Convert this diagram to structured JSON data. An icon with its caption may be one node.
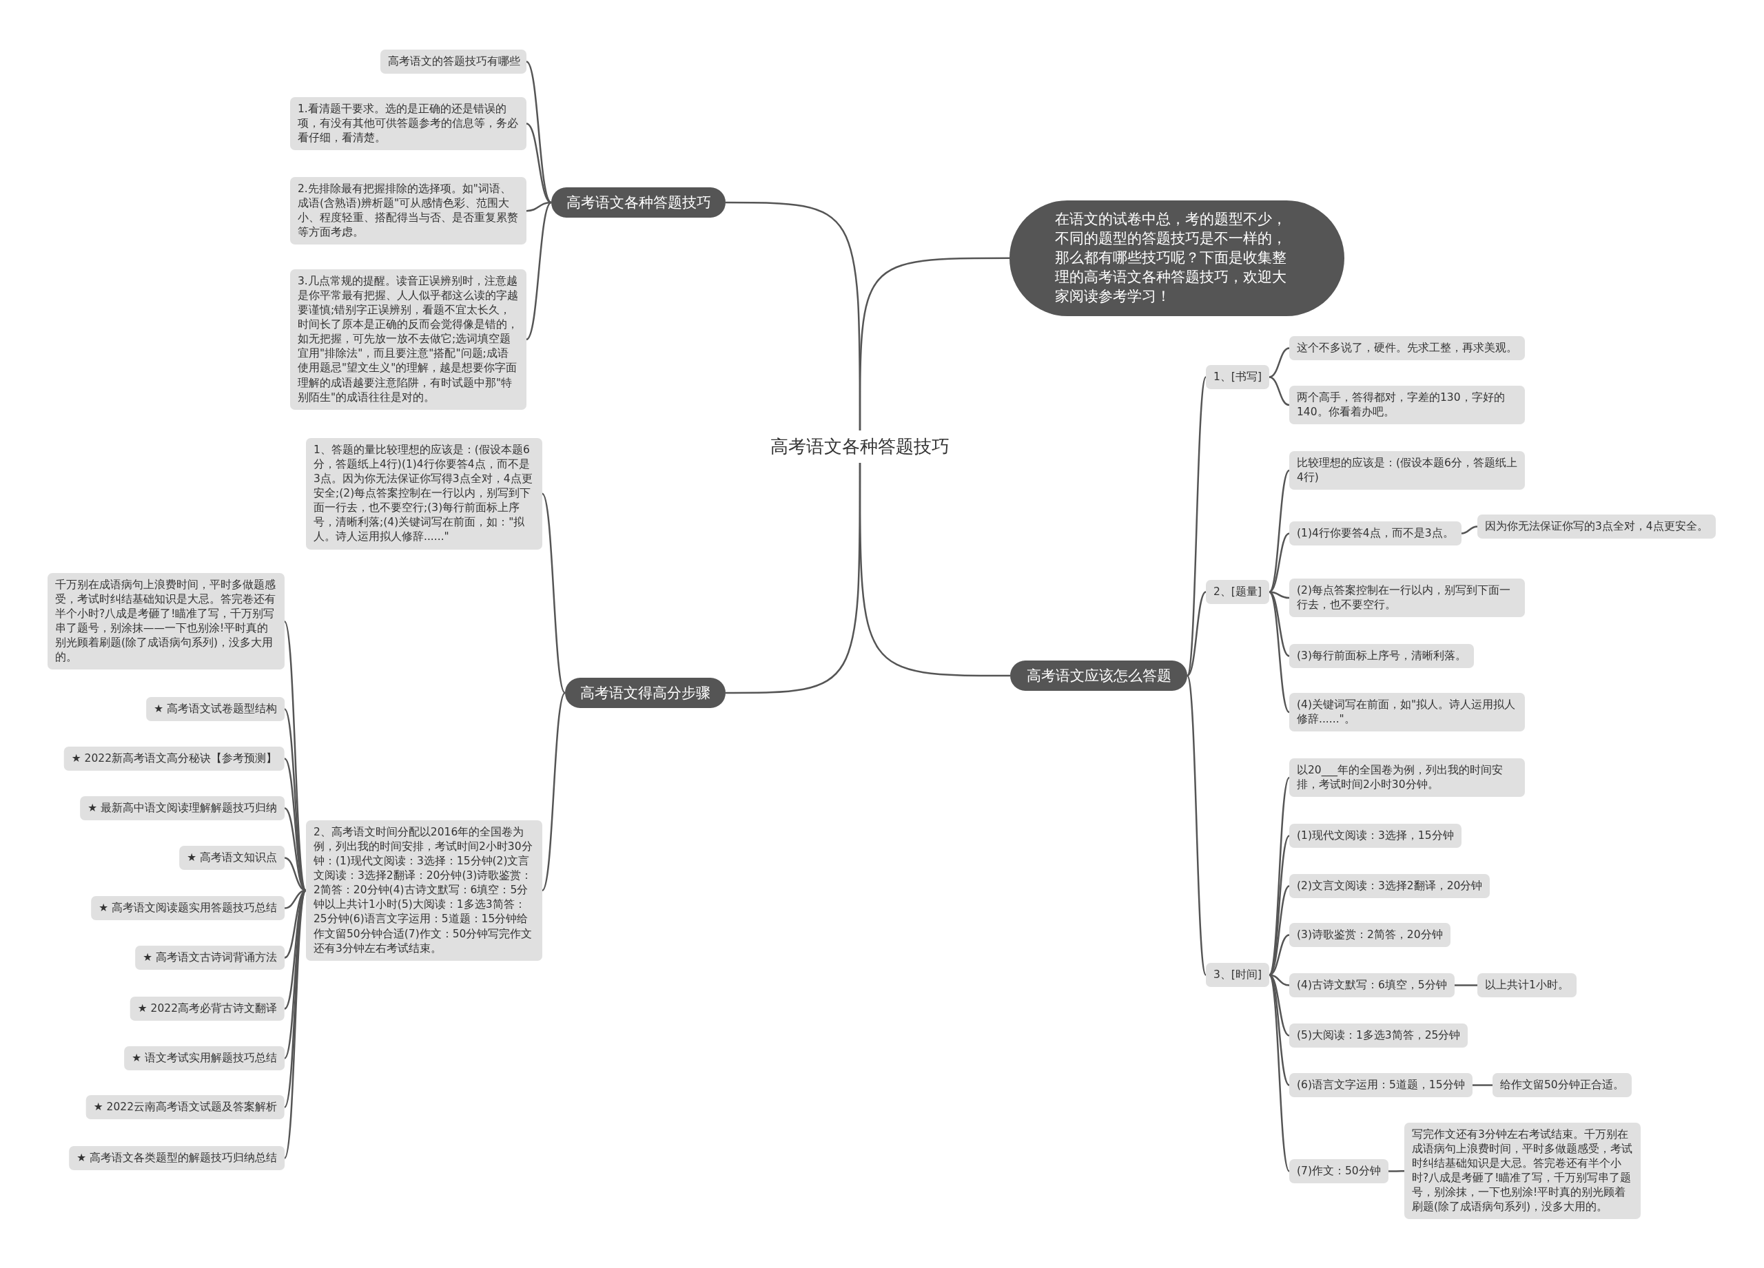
{
  "diagram": {
    "nodes": [
      {
        "text": [
          "高考语文各种答题技巧"
        ]
      },
      {
        "text": [
          "高考语文各种答题技巧"
        ]
      },
      {
        "text": [
          "高考语文的答题技巧有哪些"
        ]
      },
      {
        "text": [
          "1.看清题干要求。选的是正确的还是错误的项，有没有其他可供答题参考的信息等，务必看仔细，看清楚。"
        ]
      },
      {
        "text": [
          "2.先排除最有把握排除的选择项。如\"词语、成语(含熟语)辨析题\"可从感情色彩、范围大小、程度轻重、搭配得当与否、是否重复累赘等方面考虑。"
        ]
      },
      {
        "text": [
          "3.几点常规的提醒。读音正误辨别时，注意越是你平常最有把握、人人似乎都这么读的字越要谨慎;错别字正误辨别，看题不宜太长久，时间长了原本是正确的反而会觉得像是错的，如无把握，可先放一放不去做它;选词填空题宜用\"排除法\"，而且要注意\"搭配\"问题;成语使用题忌\"望文生义\"的理解，越是想要你字面理解的成语越要注意陷阱，有时试题中那\"特别陌生\"的成语往往是对的。"
        ]
      },
      {
        "text": [
          "高考语文得高分步骤"
        ]
      },
      {
        "text": [
          "1、答题的量比较理想的应该是：(假设本题6分，答题纸上4行)(1)4行你要答4点，而不是3点。因为你无法保证你写得3点全对，4点更安全;(2)每点答案控制在一行以内，别写到下面一行去，也不要空行;(3)每行前面标上序号，清晰利落;(4)关键词写在前面，如：\"拟人。诗人运用拟人修辞......\""
        ]
      },
      {
        "text": [
          "2、高考语文时间分配以2016年的全国卷为例，列出我的时间安排，考试时间2小时30分钟：(1)现代文阅读：3选择：15分钟(2)文言文阅读：3选择2翻译：20分钟(3)诗歌鉴赏：2简答：20分钟(4)古诗文默写：6填空：5分钟以上共计1小时(5)大阅读：1多选3简答：25分钟(6)语言文字运用：5道题：15分钟给作文留50分钟合适(7)作文：50分钟写完作文还有3分钟左右考试结束。"
        ]
      },
      {
        "text": [
          "千万别在成语病句上浪费时间，平时多做题感受，考试时纠结基础知识是大忌。答完卷还有半个小时?八成是考砸了!瞄准了写，千万别写串了题号，别涂抹——一下也别涂!平时真的别光顾着刷题(除了成语病句系列)，没多大用的。"
        ]
      },
      {
        "text": [
          "★ 高考语文试卷题型结构"
        ]
      },
      {
        "text": [
          "★ 2022新高考语文高分秘诀【参考预测】"
        ]
      },
      {
        "text": [
          "★ 最新高中语文阅读理解解题技巧归纳"
        ]
      },
      {
        "text": [
          "★ 高考语文知识点"
        ]
      },
      {
        "text": [
          "★ 高考语文阅读题实用答题技巧总结"
        ]
      },
      {
        "text": [
          "★ 高考语文古诗词背诵方法"
        ]
      },
      {
        "text": [
          "★ 2022高考必背古诗文翻译"
        ]
      },
      {
        "text": [
          "★ 语文考试实用解题技巧总结"
        ]
      },
      {
        "text": [
          "★ 2022云南高考语文试题及答案解析"
        ]
      },
      {
        "text": [
          "★ 高考语文各类题型的解题技巧归纳总结"
        ]
      },
      {
        "text": [
          "在语文的试卷中总，考的题型不少，不同的题型的答题技巧是不一样的，那么都有哪些技巧呢？下面是收集整理的高考语文各种答题技巧，欢迎大家阅读参考学习！"
        ]
      },
      {
        "text": [
          "高考语文应该怎么答题"
        ]
      },
      {
        "text": [
          "1、[书写]"
        ]
      },
      {
        "text": [
          "这个不多说了，硬件。先求工整，再求美观。"
        ]
      },
      {
        "text": [
          "两个高手，答得都对，字差的130，字好的140。你看着办吧。"
        ]
      },
      {
        "text": [
          "2、[题量]"
        ]
      },
      {
        "text": [
          "比较理想的应该是：(假设本题6分，答题纸上4行)"
        ]
      },
      {
        "text": [
          "(1)4行你要答4点，而不是3点。"
        ]
      },
      {
        "text": [
          "因为你无法保证你写的3点全对，4点更安全。"
        ]
      },
      {
        "text": [
          "(2)每点答案控制在一行以内，别写到下面一行去，也不要空行。"
        ]
      },
      {
        "text": [
          "(3)每行前面标上序号，清晰利落。"
        ]
      },
      {
        "text": [
          "(4)关键词写在前面，如\"拟人。诗人运用拟人修辞......\"。"
        ]
      },
      {
        "text": [
          "3、[时间]"
        ]
      },
      {
        "text": [
          "以20___年的全国卷为例，列出我的时间安排，考试时间2小时30分钟。"
        ]
      },
      {
        "text": [
          "(1)现代文阅读：3选择，15分钟"
        ]
      },
      {
        "text": [
          "(2)文言文阅读：3选择2翻译，20分钟"
        ]
      },
      {
        "text": [
          "(3)诗歌鉴赏：2简答，20分钟"
        ]
      },
      {
        "text": [
          "(4)古诗文默写：6填空，5分钟"
        ]
      },
      {
        "text": [
          "以上共计1小时。"
        ]
      },
      {
        "text": [
          "(5)大阅读：1多选3简答，25分钟"
        ]
      },
      {
        "text": [
          "(6)语言文字运用：5道题，15分钟"
        ]
      },
      {
        "text": [
          "给作文留50分钟正合适。"
        ]
      },
      {
        "text": [
          "(7)作文：50分钟"
        ]
      },
      {
        "text": [
          "写完作文还有3分钟左右考试结束。千万别在成语病句上浪费时间，平时多做题感受，考试时纠结基础知识是大忌。答完卷还有半个小时?八成是考砸了!瞄准了写，千万别写串了题号，别涂抹，一下也别涂!平时真的别光顾着刷题(除了成语病句系列)，没多大用的。"
        ]
      }
    ],
    "edges": [
      {
        "from": 0,
        "to": 1,
        "arrow": "none"
      },
      {
        "from": 1,
        "to": 2,
        "arrow": "none"
      },
      {
        "from": 1,
        "to": 3,
        "arrow": "none"
      },
      {
        "from": 1,
        "to": 4,
        "arrow": "none"
      },
      {
        "from": 1,
        "to": 5,
        "arrow": "none"
      },
      {
        "from": 0,
        "to": 6,
        "arrow": "none"
      },
      {
        "from": 6,
        "to": 7,
        "arrow": "none"
      },
      {
        "from": 6,
        "to": 8,
        "arrow": "none"
      },
      {
        "from": 8,
        "to": 9,
        "arrow": "none"
      },
      {
        "from": 8,
        "to": 10,
        "arrow": "none"
      },
      {
        "from": 8,
        "to": 11,
        "arrow": "none"
      },
      {
        "from": 8,
        "to": 12,
        "arrow": "none"
      },
      {
        "from": 8,
        "to": 13,
        "arrow": "none"
      },
      {
        "from": 8,
        "to": 14,
        "arrow": "none"
      },
      {
        "from": 8,
        "to": 15,
        "arrow": "none"
      },
      {
        "from": 8,
        "to": 16,
        "arrow": "none"
      },
      {
        "from": 8,
        "to": 17,
        "arrow": "none"
      },
      {
        "from": 8,
        "to": 18,
        "arrow": "none"
      },
      {
        "from": 8,
        "to": 19,
        "arrow": "none"
      },
      {
        "from": 0,
        "to": 20,
        "arrow": "none"
      },
      {
        "from": 0,
        "to": 21,
        "arrow": "none"
      },
      {
        "from": 21,
        "to": 22,
        "arrow": "none"
      },
      {
        "from": 22,
        "to": 23,
        "arrow": "none"
      },
      {
        "from": 22,
        "to": 24,
        "arrow": "none"
      },
      {
        "from": 21,
        "to": 25,
        "arrow": "none"
      },
      {
        "from": 25,
        "to": 26,
        "arrow": "none"
      },
      {
        "from": 25,
        "to": 27,
        "arrow": "none"
      },
      {
        "from": 27,
        "to": 28,
        "arrow": "none"
      },
      {
        "from": 25,
        "to": 29,
        "arrow": "none"
      },
      {
        "from": 25,
        "to": 30,
        "arrow": "none"
      },
      {
        "from": 25,
        "to": 31,
        "arrow": "none"
      },
      {
        "from": 21,
        "to": 32,
        "arrow": "none"
      },
      {
        "from": 32,
        "to": 33,
        "arrow": "none"
      },
      {
        "from": 32,
        "to": 34,
        "arrow": "none"
      },
      {
        "from": 32,
        "to": 35,
        "arrow": "none"
      },
      {
        "from": 32,
        "to": 36,
        "arrow": "none"
      },
      {
        "from": 32,
        "to": 37,
        "arrow": "none"
      },
      {
        "from": 37,
        "to": 38,
        "arrow": "none"
      },
      {
        "from": 32,
        "to": 39,
        "arrow": "none"
      },
      {
        "from": 32,
        "to": 40,
        "arrow": "none"
      },
      {
        "from": 40,
        "to": 41,
        "arrow": "none"
      },
      {
        "from": 32,
        "to": 42,
        "arrow": "none"
      },
      {
        "from": 42,
        "to": 43,
        "arrow": "none"
      }
    ]
  }
}
